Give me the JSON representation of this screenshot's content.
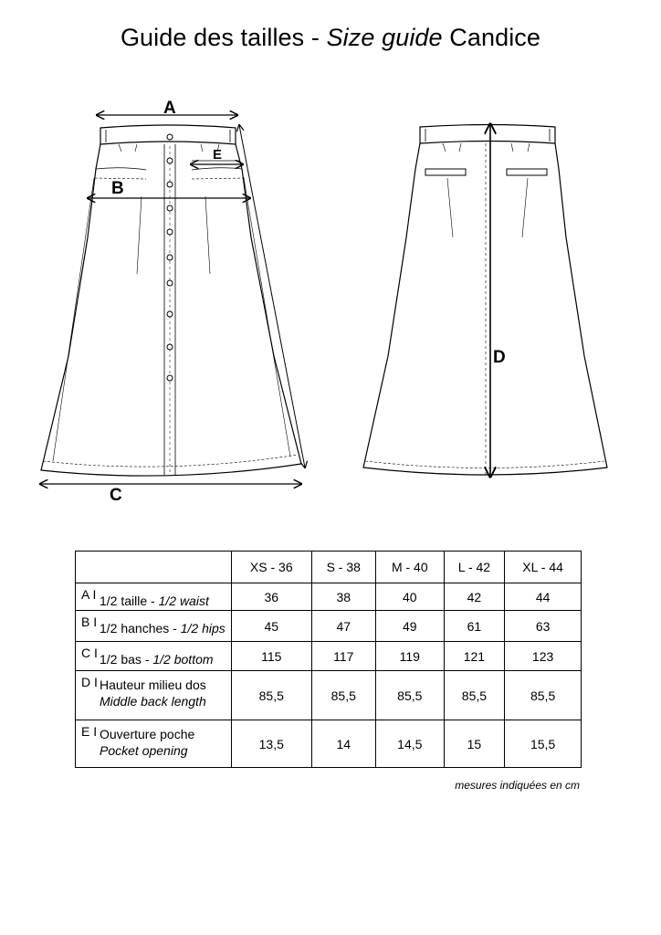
{
  "title": {
    "part1": "Guide des tailles - ",
    "part2": "Size guide",
    "part3": " Candice"
  },
  "labels": {
    "A": "A",
    "B": "B",
    "C": "C",
    "D": "D",
    "E": "E"
  },
  "table": {
    "headers": [
      "XS - 36",
      "S - 38",
      "M - 40",
      "L - 42",
      "XL - 44"
    ],
    "rows": [
      {
        "letter": "A I",
        "fr": "1/2 taille - ",
        "en": "1/2 waist",
        "values": [
          "36",
          "38",
          "40",
          "42",
          "44"
        ]
      },
      {
        "letter": "B I",
        "fr": "1/2 hanches - ",
        "en": "1/2 hips",
        "values": [
          "45",
          "47",
          "49",
          "61",
          "63"
        ]
      },
      {
        "letter": "C I",
        "fr": "1/2 bas - ",
        "en": "1/2 bottom",
        "values": [
          "115",
          "117",
          "119",
          "121",
          "123"
        ]
      },
      {
        "letter": "D I",
        "fr": "Hauteur milieu dos",
        "en": "Middle back length",
        "values": [
          "85,5",
          "85,5",
          "85,5",
          "85,5",
          "85,5"
        ]
      },
      {
        "letter": "E I",
        "fr": "Ouverture poche",
        "en": "Pocket opening",
        "values": [
          "13,5",
          "14",
          "14,5",
          "15",
          "15,5"
        ]
      }
    ]
  },
  "note": "mesures indiquées en cm"
}
